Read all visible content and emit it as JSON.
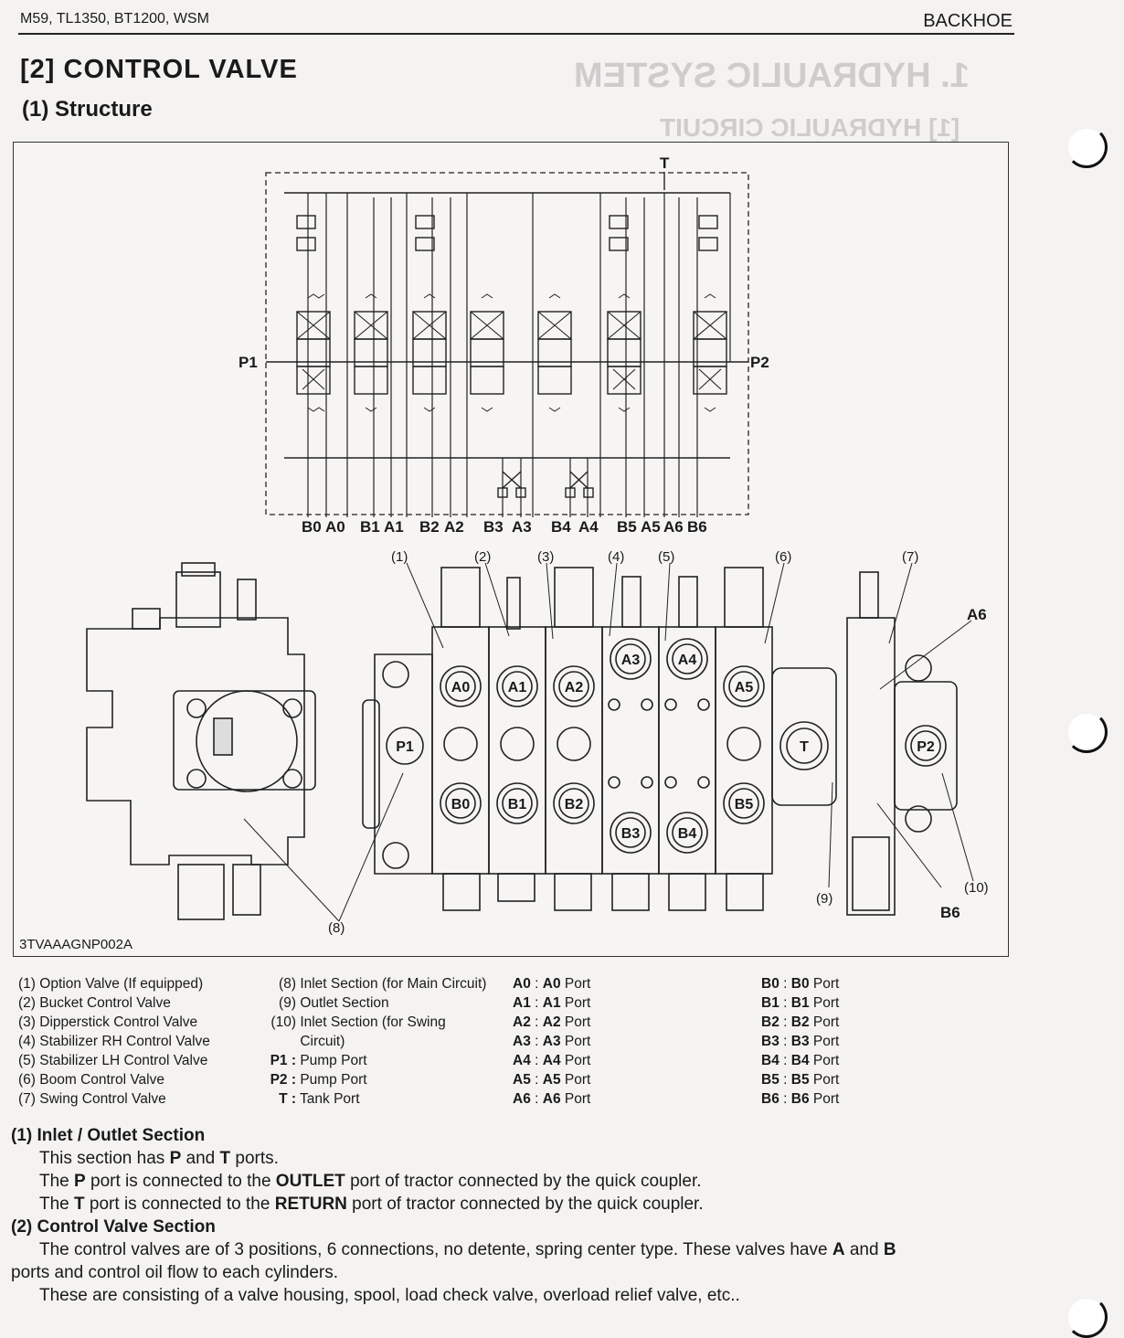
{
  "header": {
    "left": "M59,  TL1350,  BT1200, WSM",
    "right": "BACKHOE"
  },
  "section_title": "[2]  CONTROL  VALVE",
  "sub_title": "(1)   Structure",
  "figure": {
    "code": "3TVAAAGNP002A",
    "schematic_ports": {
      "tank": "T",
      "pump_left": "P1",
      "pump_right": "P2",
      "bottom_ports": [
        "B0",
        "A0",
        "B1",
        "A1",
        "B2",
        "A2",
        "B3",
        "A3",
        "B4",
        "A4",
        "B5",
        "A5",
        "A6",
        "B6"
      ]
    },
    "callouts": [
      "(1)",
      "(2)",
      "(3)",
      "(4)",
      "(5)",
      "(6)",
      "(7)",
      "(8)",
      "(9)",
      "(10)"
    ],
    "side_labels": [
      "A6",
      "B6"
    ],
    "section_port_labels": {
      "upper": [
        "A0",
        "A1",
        "A2",
        "A3",
        "A4",
        "A5"
      ],
      "lower": [
        "B0",
        "B1",
        "B2",
        "B3",
        "B4",
        "B5"
      ],
      "inlet": "P1",
      "outlet": "T",
      "swing_inlet": "P2"
    }
  },
  "legend": {
    "col1": [
      {
        "num": "(1)",
        "text": "Option Valve (If equipped)"
      },
      {
        "num": "(2)",
        "text": "Bucket Control Valve"
      },
      {
        "num": "(3)",
        "text": "Dipperstick Control Valve"
      },
      {
        "num": "(4)",
        "text": "Stabilizer RH Control Valve"
      },
      {
        "num": "(5)",
        "text": "Stabilizer LH Control Valve"
      },
      {
        "num": "(6)",
        "text": "Boom Control Valve"
      },
      {
        "num": "(7)",
        "text": "Swing Control Valve"
      }
    ],
    "col2": [
      {
        "num": "(8)",
        "text": "Inlet Section (for Main Circuit)"
      },
      {
        "num": "(9)",
        "text": "Outlet Section"
      },
      {
        "num": "(10)",
        "text": "Inlet Section (for Swing"
      },
      {
        "num": "",
        "text": "Circuit)"
      },
      {
        "num": "P1 :",
        "text": "Pump Port"
      },
      {
        "num": "P2 :",
        "text": "Pump Port"
      },
      {
        "num": "T :",
        "text": "Tank Port"
      }
    ],
    "col3": [
      {
        "key": "A0",
        "sep": " : ",
        "bold": "A0",
        "text": " Port"
      },
      {
        "key": "A1",
        "sep": " : ",
        "bold": "A1",
        "text": " Port"
      },
      {
        "key": "A2",
        "sep": " : ",
        "bold": "A2",
        "text": " Port"
      },
      {
        "key": "A3",
        "sep": " : ",
        "bold": "A3",
        "text": " Port"
      },
      {
        "key": "A4",
        "sep": " : ",
        "bold": "A4",
        "text": " Port"
      },
      {
        "key": "A5",
        "sep": " : ",
        "bold": "A5",
        "text": " Port"
      },
      {
        "key": "A6",
        "sep": " : ",
        "bold": "A6",
        "text": " Port"
      }
    ],
    "col4": [
      {
        "key": "B0",
        "sep": " : ",
        "bold": "B0",
        "text": " Port"
      },
      {
        "key": "B1",
        "sep": " : ",
        "bold": "B1",
        "text": " Port"
      },
      {
        "key": "B2",
        "sep": " : ",
        "bold": "B2",
        "text": " Port"
      },
      {
        "key": "B3",
        "sep": " : ",
        "bold": "B3",
        "text": " Port"
      },
      {
        "key": "B4",
        "sep": " : ",
        "bold": "B4",
        "text": " Port"
      },
      {
        "key": "B5",
        "sep": " : ",
        "bold": "B5",
        "text": " Port"
      },
      {
        "key": "B6",
        "sep": " : ",
        "bold": "B6",
        "text": " Port"
      }
    ]
  },
  "body": {
    "h1": "(1) Inlet / Outlet Section",
    "p1": [
      "This section has ",
      "P",
      " and ",
      "T",
      " ports."
    ],
    "p2": [
      "The ",
      "P",
      " port is connected to the ",
      "OUTLET",
      " port of tractor connected by the quick coupler."
    ],
    "p3": [
      "The ",
      "T",
      " port is connected to the ",
      "RETURN",
      " port of tractor connected by the quick coupler."
    ],
    "h2": "(2) Control Valve Section",
    "p4": [
      "The control valves are of 3 positions, 6 connections, no detente, spring center type.  These valves have ",
      "A",
      " and ",
      "B"
    ],
    "p5": "ports and control oil flow to each cylinders.",
    "p6": "These are consisting of a valve housing, spool, load check valve, overload relief valve, etc..",
    "bleed_through": {
      "title": "1.  HYDRAULIC SYSTEM",
      "sub": "[1]  HYDRAULIC CIRCUIT"
    }
  }
}
